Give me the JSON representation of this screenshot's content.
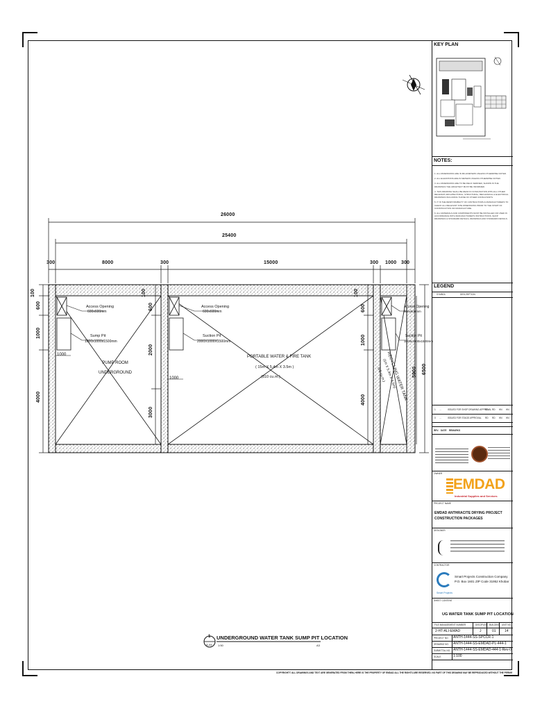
{
  "drawing": {
    "overall_width": "26000",
    "inner_width": "25400",
    "segment_dims": [
      "300",
      "8000",
      "300",
      "15000",
      "300",
      "1000",
      "300"
    ],
    "left_dims": [
      "100",
      "600",
      "1000",
      "4000"
    ],
    "left_dims_mid": [
      "100",
      "600",
      "2000",
      "3000"
    ],
    "right_dims": [
      "100",
      "600",
      "1000",
      "4000"
    ],
    "right_height_outer": "6500",
    "right_height_inner": "5900",
    "rooms": {
      "pump_room": {
        "name": "PUMP ROOM\nUNDERGROUND",
        "access_label": "Access Opening",
        "access_size": "600x600mm",
        "sump_label": "Sump Pit",
        "sump_size": "1000x1000x1500mm",
        "small_dim": "1000"
      },
      "water_tank": {
        "name": "PORTABLE WATER & FIRE TANK",
        "size": "( 15m X 5.4m X 3.5m )",
        "volume": "(810 cu.m.)",
        "access_label": "Access Opening",
        "access_size": "600x600mm",
        "suction_label": "Suction Pit",
        "suction_size": "2000X1000X1500mm",
        "small_dim": "1000"
      },
      "recycling_tank": {
        "name": "RECYCLING WATER TANK",
        "size": "(1m X 5.4m X 3.5m)",
        "volume": "(18 cu.m.)",
        "access_label": "Access Opening",
        "access_size": "600x600mm",
        "suction_label": "Suction Pit",
        "suction_size": "1000x1000x1500mm"
      }
    },
    "caption_number": "1",
    "caption_sheet": "A-04",
    "caption_title": "UNDERGROUND WATER TANK SUMP PIT LOCATION",
    "caption_scale_left": "1:50",
    "caption_scale_right": "A3",
    "copyright": "COPYRIGHT© ALL DRAWINGS AND TEXT ARE GENERATED FROM THEM, HERE IS THE PROPERTY OF EMDAD ALL THE RIGHTS ARE RESERVED. NO PART OF THIS DRAWING MAY BE REPRODUCED WITHOUT THE PERMISSION OF EMDAD MANAGEMENT"
  },
  "titleblock": {
    "key_plan": "KEY PLAN",
    "notes_heading": "NOTES:",
    "notes": [
      "1. ALL DIMENSIONS ARE IN MILLIMETERS UNLESS OTHERWISE NOTED.",
      "2. ALL ELEVATIONS ARE IN METERS UNLESS OTHERWISE NOTED.",
      "3. ALL DIMENSIONS ARE TO BE FIELD VERIFIED, SHOWN IN THE DRAWINGS THE ARCHITECT MUST BE INFORMED.",
      "4. THIS DRAWING SHALL BE READ IN CONJUNCTION WITH ALL OTHER RELEVANT ARCHITECTURAL, STRUCTURAL, MECHANICAL & ELECTRICAL DRAWINGS INCLUDING THOSE OF OTHER CONSULTANTS.",
      "5. IT IS THE RESPONSIBILITY OF CONTRACTORS & MANUFACTURERS TO CHECK ALL RELEVANT SITE DIMENSIONS PRIOR TO THE START OF CONSTRUCTION OR MANUFACTURE.",
      "6. ALL MATERIALS AND COMPONENTS MUST BE INSTALLED OR USED IN ACCORDANCE WITH MANUFACTURER'S INSTRUCTIONS, SHOP DRAWINGS & STANDARD DETAILS, DRAWINGS AND STANDARD DETAILS."
    ],
    "legend_heading": "LEGEND",
    "legend_cols": [
      "SYMBOL",
      "DESCRIPTION"
    ],
    "revisions": [
      {
        "no": "1",
        "date": "...",
        "desc": "ISSUED FOR SHOP DRAWING APPROVAL",
        "cols": [
          "RD",
          "RD",
          "HN",
          "HN"
        ]
      },
      {
        "no": "0",
        "date": "...",
        "desc": "ISSUED FOR STAGE APPROVAL",
        "cols": [
          "RD",
          "RD",
          "HN",
          "HN"
        ]
      }
    ],
    "rev_header": [
      "REV.",
      "DATE",
      "REMARKS"
    ],
    "owner_label": "OWNER",
    "owner_name": "EMDAD",
    "owner_tagline": "Industrial Supplies and Services",
    "project_name_label": "PROJECT NAME",
    "project_name": "EMDAD ANTHRACITE DRYING PROJECT\nCONSTRUCTION PACKAGES",
    "designer_label": "DESIGNER",
    "contractor_label": "CONTRACTOR",
    "contractor_name": "Smart Projects Construction Company",
    "contractor_addr": "P.O. Box 1601 ZIP Code 31952 Khobar",
    "contractor_logo_text": "Smart Projects",
    "sheet_content_label": "SHEET CONTENT",
    "sheet_content": "UG WATER TANK SUMP PIT LOCATION",
    "info_headers": [
      "FILE MANAGEMENT NUMBER",
      "DISCIPLINE",
      "BUILDING",
      "UNIT NO."
    ],
    "info_values": [
      "2-HT-ALI-EMAD",
      "J",
      "01",
      "14"
    ],
    "project_no_label": "PROJECT NO.",
    "project_no": "ANTH-1444-SS-SPCCR-1",
    "drawing_no_label": "DRAWING NO.",
    "drawing_no": "ANTH-1444-SS-EMDAD-PL-444-1",
    "submittal_label": "SUBMITTAL NO.",
    "submittal_no": "ANTH-1444-SS-EMDAD-444-1-Rev-0",
    "scale_label": "SCALE",
    "scale": "1:100"
  }
}
